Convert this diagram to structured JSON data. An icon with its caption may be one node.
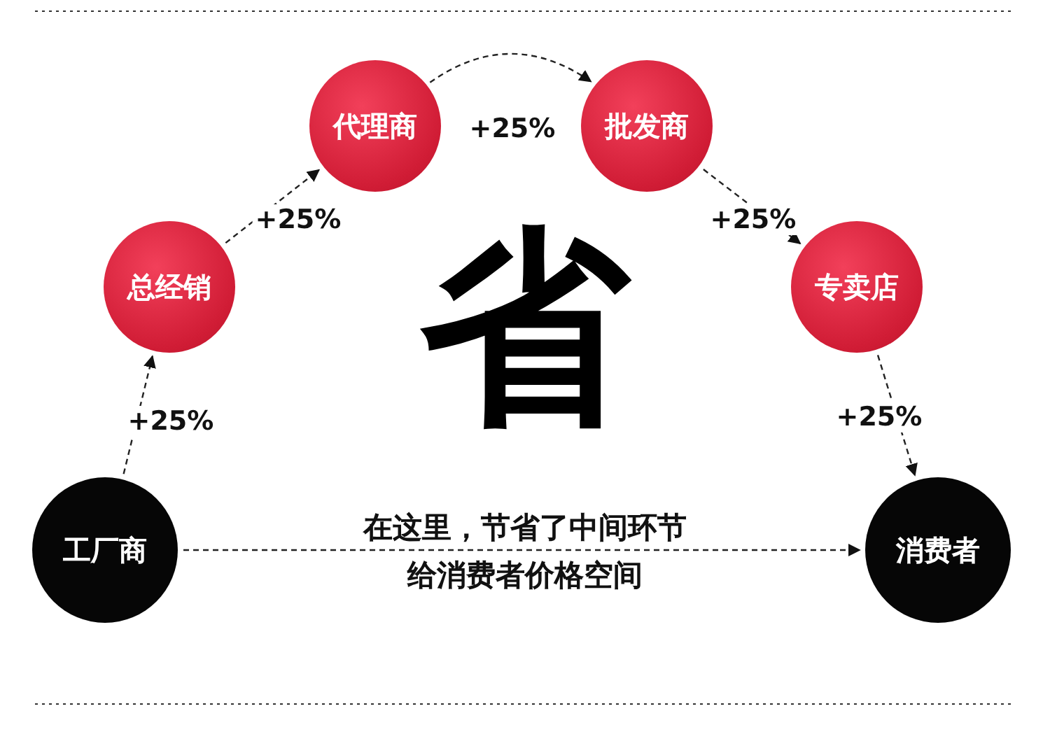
{
  "diagram": {
    "nodes": [
      {
        "text": [
          "工厂商"
        ]
      },
      {
        "text": [
          "总经销"
        ]
      },
      {
        "text": [
          "代理商"
        ]
      },
      {
        "text": [
          "批发商"
        ]
      },
      {
        "text": [
          "专卖店"
        ]
      },
      {
        "text": [
          "消费者"
        ]
      }
    ],
    "edges": [
      {
        "from": 0,
        "to": 1,
        "arrow": "to",
        "label": "+25%"
      },
      {
        "from": 1,
        "to": 2,
        "arrow": "to",
        "label": "+25%"
      },
      {
        "from": 2,
        "to": 3,
        "arrow": "to",
        "label": "+25%"
      },
      {
        "from": 3,
        "to": 4,
        "arrow": "to",
        "label": "+25%"
      },
      {
        "from": 4,
        "to": 5,
        "arrow": "to",
        "label": "+25%"
      },
      {
        "from": 0,
        "to": 5,
        "arrow": "to"
      }
    ],
    "labels": [
      "省",
      "在这里，节省了中间环节",
      "给消费者价格空间"
    ]
  }
}
